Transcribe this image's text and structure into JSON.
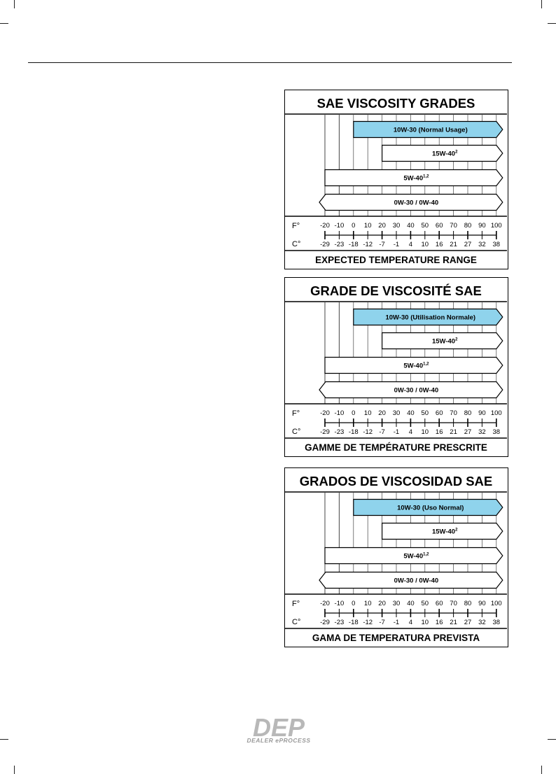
{
  "charts": [
    {
      "title": "SAE VISCOSITY GRADES",
      "footer": "EXPECTED TEMPERATURE RANGE",
      "f_label": "F°",
      "c_label": "C°",
      "f_ticks": [
        "-20",
        "-10",
        "0",
        "10",
        "20",
        "30",
        "40",
        "50",
        "60",
        "70",
        "80",
        "90",
        "100"
      ],
      "c_ticks": [
        "-29",
        "-23",
        "-18",
        "-12",
        "-7",
        "-1",
        "4",
        "10",
        "16",
        "21",
        "27",
        "32",
        "38"
      ],
      "bars": [
        {
          "label": "10W-30 (Normal Usage)",
          "sup": "",
          "from_f": 0,
          "to_f": 100,
          "left_arrow": false,
          "color": "#8fd3ec"
        },
        {
          "label": "15W-40",
          "sup": "2",
          "from_f": 20,
          "to_f": 100,
          "left_arrow": false,
          "color": "#ffffff"
        },
        {
          "label": "5W-40",
          "sup": "1,2",
          "from_f": -20,
          "to_f": 100,
          "left_arrow": false,
          "color": "#ffffff"
        },
        {
          "label": "0W-30 / 0W-40",
          "sup": "",
          "from_f": -20,
          "to_f": 100,
          "left_arrow": true,
          "color": "#ffffff"
        }
      ]
    },
    {
      "title": "GRADE DE VISCOSITÉ SAE",
      "footer": "GAMME DE TEMPÉRATURE PRESCRITE",
      "f_label": "F°",
      "c_label": "C°",
      "f_ticks": [
        "-20",
        "-10",
        "0",
        "10",
        "20",
        "30",
        "40",
        "50",
        "60",
        "70",
        "80",
        "90",
        "100"
      ],
      "c_ticks": [
        "-29",
        "-23",
        "-18",
        "-12",
        "-7",
        "-1",
        "4",
        "10",
        "16",
        "21",
        "27",
        "32",
        "38"
      ],
      "bars": [
        {
          "label": "10W-30 (Utilisation Normale)",
          "sup": "",
          "from_f": 0,
          "to_f": 100,
          "left_arrow": false,
          "color": "#8fd3ec"
        },
        {
          "label": "15W-40",
          "sup": "2",
          "from_f": 20,
          "to_f": 100,
          "left_arrow": false,
          "color": "#ffffff"
        },
        {
          "label": "5W-40",
          "sup": "1,2",
          "from_f": -20,
          "to_f": 100,
          "left_arrow": false,
          "color": "#ffffff"
        },
        {
          "label": "0W-30 / 0W-40",
          "sup": "",
          "from_f": -20,
          "to_f": 100,
          "left_arrow": true,
          "color": "#ffffff"
        }
      ]
    },
    {
      "title": "GRADOS DE VISCOSIDAD SAE",
      "footer": "GAMA DE TEMPERATURA PREVISTA",
      "f_label": "F°",
      "c_label": "C°",
      "f_ticks": [
        "-20",
        "-10",
        "0",
        "10",
        "20",
        "30",
        "40",
        "50",
        "60",
        "70",
        "80",
        "90",
        "100"
      ],
      "c_ticks": [
        "-29",
        "-23",
        "-18",
        "-12",
        "-7",
        "-1",
        "4",
        "10",
        "16",
        "21",
        "27",
        "32",
        "38"
      ],
      "bars": [
        {
          "label": "10W-30 (Uso Normal)",
          "sup": "",
          "from_f": 0,
          "to_f": 100,
          "left_arrow": false,
          "color": "#8fd3ec"
        },
        {
          "label": "15W-40",
          "sup": "2",
          "from_f": 20,
          "to_f": 100,
          "left_arrow": false,
          "color": "#ffffff"
        },
        {
          "label": "5W-40",
          "sup": "1,2",
          "from_f": -20,
          "to_f": 100,
          "left_arrow": false,
          "color": "#ffffff"
        },
        {
          "label": "0W-30 / 0W-40",
          "sup": "",
          "from_f": -20,
          "to_f": 100,
          "left_arrow": true,
          "color": "#ffffff"
        }
      ]
    }
  ],
  "logo": {
    "mark": "DEP",
    "text": "DEALER ePROCESS"
  }
}
